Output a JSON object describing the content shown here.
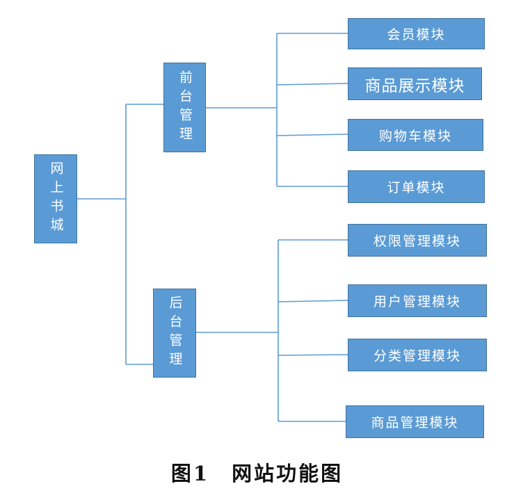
{
  "root": {
    "label": "网上书城"
  },
  "front": {
    "label": "前台管理",
    "modules": [
      "会员模块",
      "商品展示模块",
      "购物车模块",
      "订单模块"
    ]
  },
  "back": {
    "label": "后台管理",
    "modules": [
      "权限管理模块",
      "用户管理模块",
      "分类管理模块",
      "商品管理模块"
    ]
  },
  "caption": "图1　网站功能图",
  "colors": {
    "box_fill": "#5b9bd5",
    "box_border": "#41719c",
    "connector": "#5b9bd5",
    "text": "#ffffff"
  }
}
